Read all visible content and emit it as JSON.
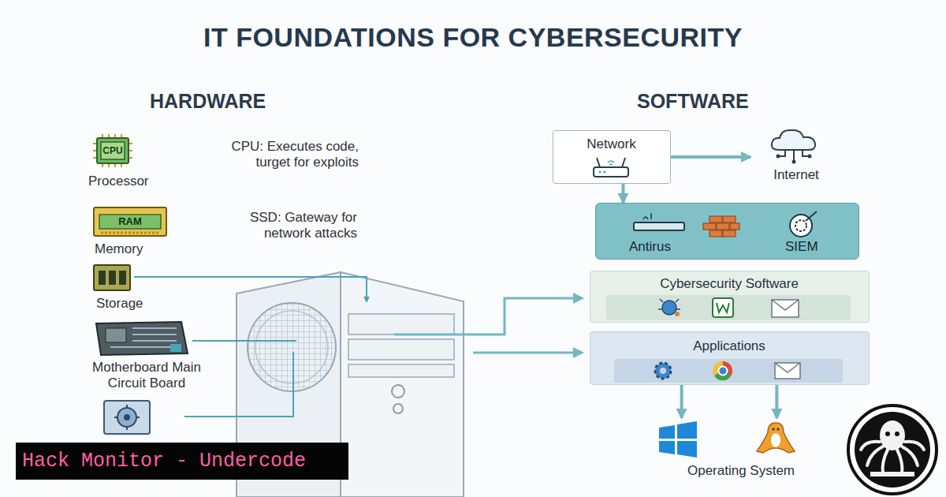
{
  "diagram": {
    "title": "IT FOUNDATIONS FOR CYBERSECURITY",
    "nodes": [
      {
        "text": [
          "CPU",
          "Processor"
        ]
      },
      {
        "text": [
          "RAM",
          "Memory"
        ]
      },
      {
        "text": [
          "Storage"
        ]
      },
      {
        "text": [
          "Motherboard Main Circuit Board"
        ]
      },
      {
        "text": [
          "Network"
        ]
      },
      {
        "text": [
          "Internet"
        ]
      },
      {
        "text": [
          "Antirus",
          "SIEM"
        ]
      },
      {
        "text": [
          "Cybersecurity Software"
        ]
      },
      {
        "text": [
          "Applications"
        ]
      },
      {
        "text": [
          "Operating System"
        ]
      }
    ],
    "edges": [
      {
        "from": 4,
        "to": 5,
        "arrow": "to"
      },
      {
        "from": 4,
        "to": 6,
        "arrow": "to"
      },
      {
        "from": 8,
        "to": 9,
        "arrow": "to"
      },
      {
        "from": 8,
        "to": 9,
        "arrow": "to"
      }
    ],
    "labels": [
      "HARDWARE",
      "SOFTWARE",
      "CPU: Executes code, turget for exploits",
      "SSD: Gateway for network attacks",
      "Hack Monitor - Undercode"
    ]
  }
}
